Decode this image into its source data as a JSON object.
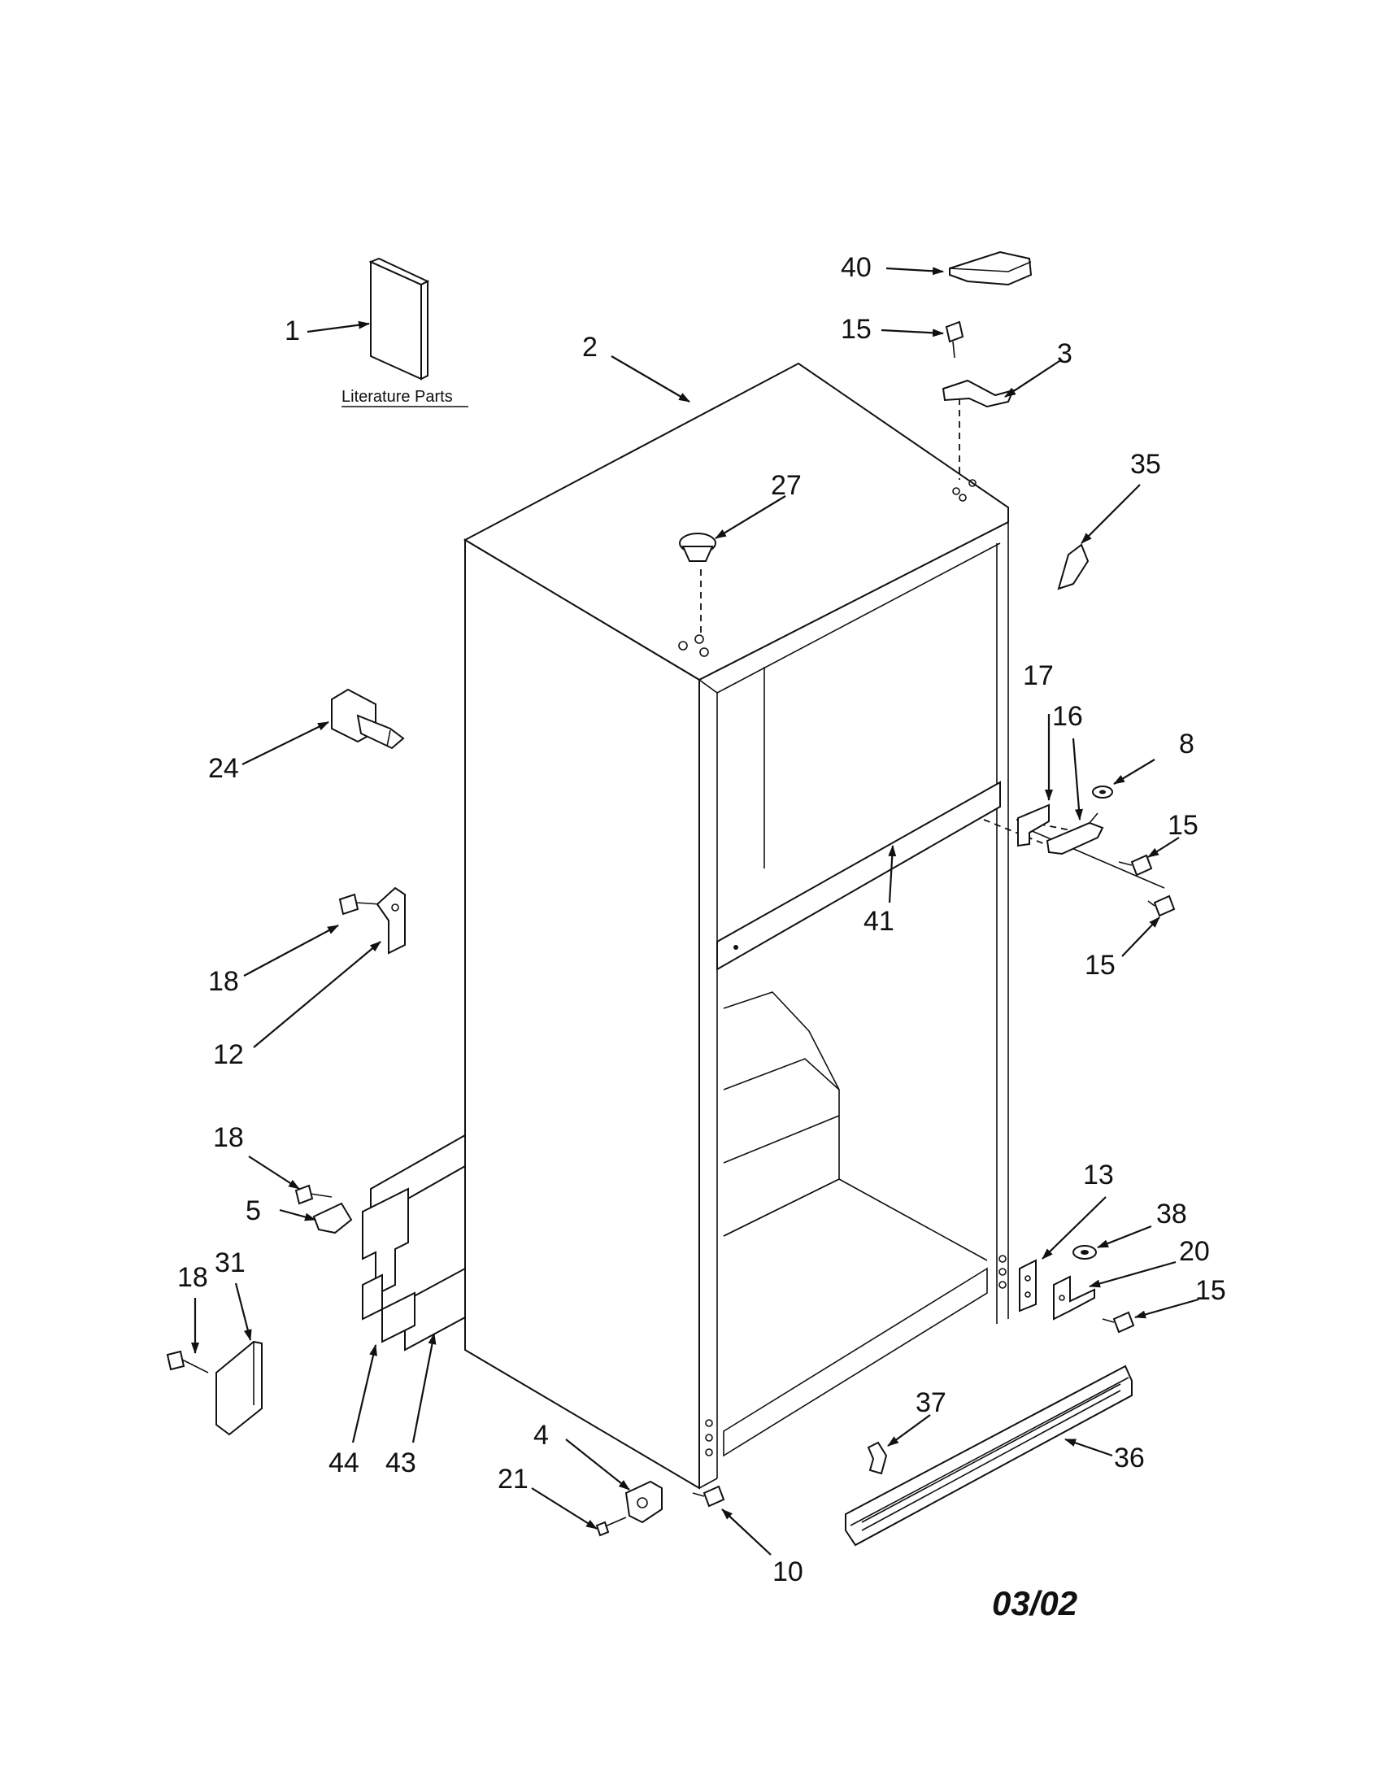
{
  "literature_label": "Literature Parts",
  "date_code": "03/02",
  "callouts": {
    "c1": "1",
    "c2": "2",
    "c3": "3",
    "c4": "4",
    "c5": "5",
    "c8": "8",
    "c10": "10",
    "c12": "12",
    "c13": "13",
    "c15a": "15",
    "c15b": "15",
    "c15c": "15",
    "c15d": "15",
    "c16": "16",
    "c17": "17",
    "c18a": "18",
    "c18b": "18",
    "c18c": "18",
    "c20": "20",
    "c21": "21",
    "c24": "24",
    "c27": "27",
    "c31": "31",
    "c35": "35",
    "c36": "36",
    "c37": "37",
    "c38": "38",
    "c40": "40",
    "c41": "41",
    "c43": "43",
    "c44": "44"
  }
}
